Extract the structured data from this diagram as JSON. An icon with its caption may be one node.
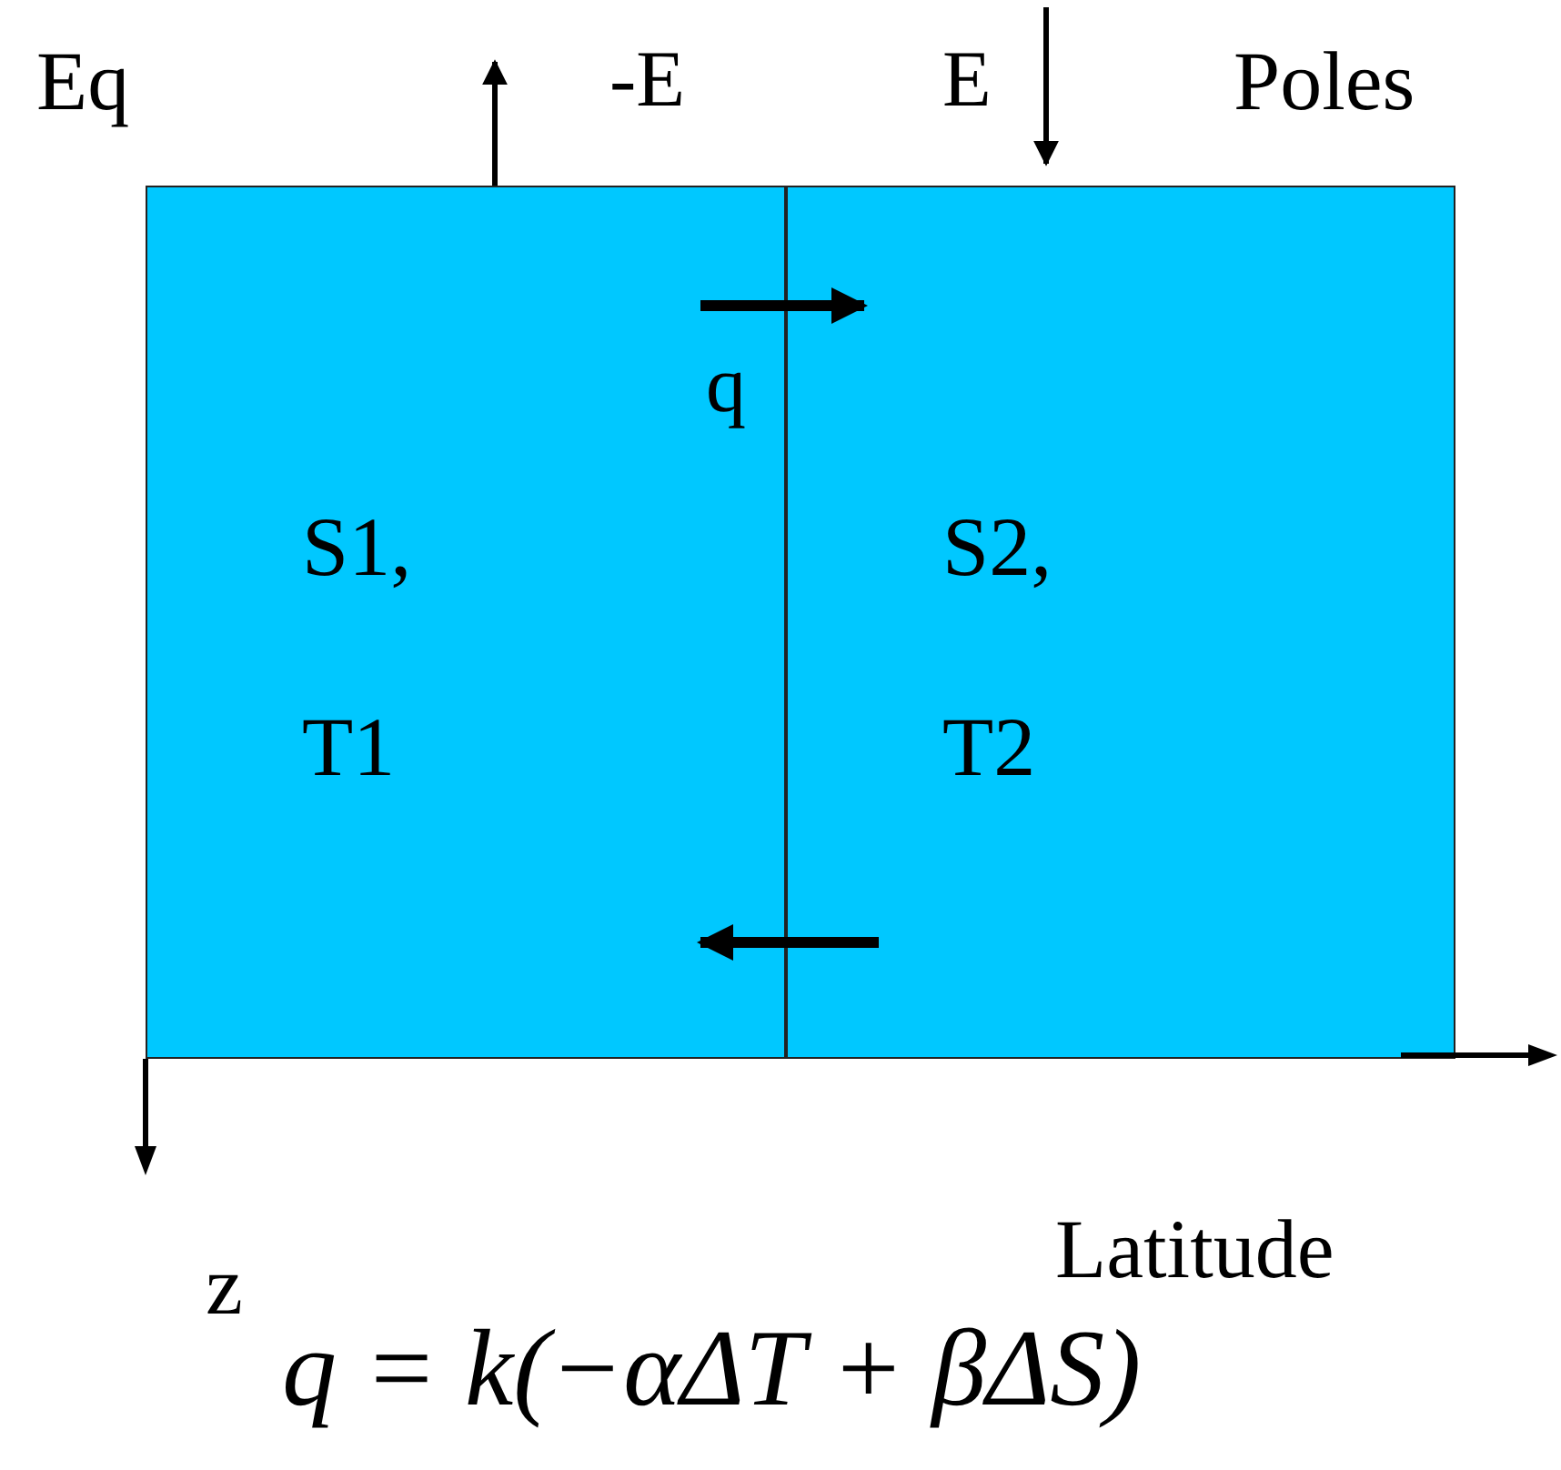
{
  "diagram": {
    "nodes": [
      {
        "text": [
          "S1,",
          "T1"
        ]
      },
      {
        "text": [
          "S2,",
          "T2"
        ]
      }
    ],
    "edges": [
      {
        "from": 0,
        "to": 1,
        "arrow": "to",
        "label": "q",
        "style": "thick"
      },
      {
        "from": 1,
        "to": 0,
        "arrow": "to",
        "style": "thick"
      },
      {
        "from": 0,
        "to": null,
        "arrow": "to",
        "label": "-E"
      },
      {
        "from": null,
        "to": 1,
        "arrow": "to",
        "label": "E"
      }
    ],
    "labels": [
      "Eq",
      "Poles",
      "Latitude",
      "z",
      "q = k(−αΔT + βΔS)"
    ]
  }
}
